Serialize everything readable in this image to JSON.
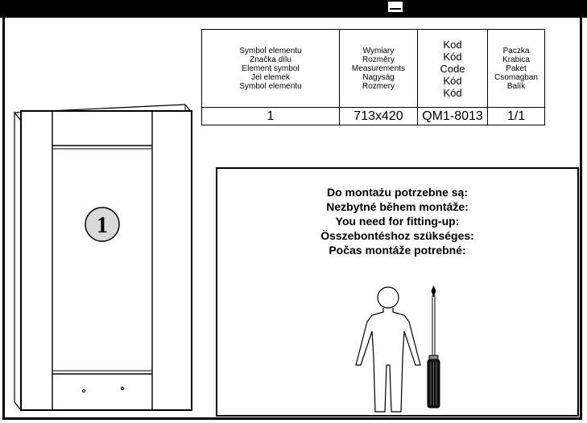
{
  "table": {
    "headers": [
      [
        "Symbol elementu",
        "Značka dílu",
        "Element symbol",
        "Jel elemek",
        "Symbol elementu"
      ],
      [
        "Wymiary",
        "Rozměry",
        "Measurements",
        "Nagyság",
        "Rozmery"
      ],
      [
        "Kod",
        "Kód",
        "Code",
        "Kód",
        "Kód"
      ],
      [
        "Paczka",
        "Krabica",
        "Paket",
        "Csomagban",
        "Balík"
      ]
    ],
    "row": [
      "1",
      "713x420",
      "QM1-8013",
      "1/1"
    ]
  },
  "panel": {
    "marker": "1"
  },
  "requirements": [
    "Do montażu potrzebne są:",
    "Nezbytné během montáže:",
    "You need for fitting-up:",
    "Összebontéshoz szükséges:",
    "Počas montáže potrebné:"
  ],
  "icons": [
    "person-icon",
    "screwdriver-icon"
  ]
}
